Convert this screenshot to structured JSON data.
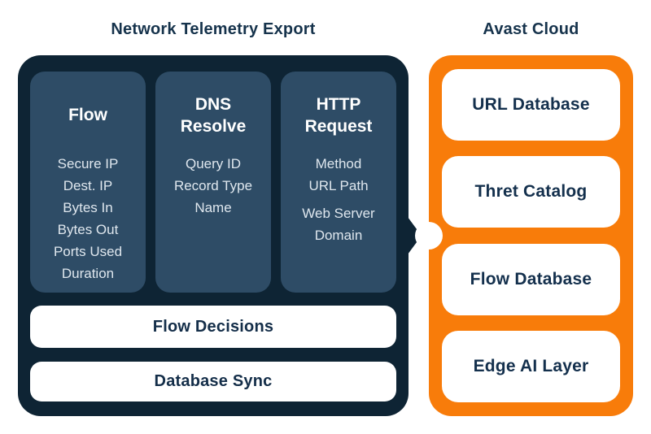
{
  "titles": {
    "left": "Network Telemetry Export",
    "right": "Avast Cloud"
  },
  "telemetry_panel": {
    "columns": [
      {
        "title": "Flow",
        "items": [
          "Secure IP",
          "Dest. IP",
          "Bytes In",
          "Bytes Out",
          "Ports Used",
          "Duration"
        ]
      },
      {
        "title": "DNS\nResolve",
        "items": [
          "Query ID",
          "Record Type",
          "Name"
        ]
      },
      {
        "title": "HTTP\nRequest",
        "items": [
          "Method",
          "URL Path",
          "Web Server Domain"
        ]
      }
    ],
    "bars": [
      "Flow Decisions",
      "Database Sync"
    ]
  },
  "cloud_panel": {
    "boxes": [
      "URL Database",
      "Thret Catalog",
      "Flow Database",
      "Edge AI Layer"
    ]
  },
  "colors": {
    "panel_dark": "#0e2434",
    "column_slate": "#2e4c66",
    "panel_orange": "#f87c0a",
    "heading_text": "#16334c",
    "box_text": "#14304d",
    "column_item_text": "#dfe7ee",
    "background": "#ffffff"
  }
}
